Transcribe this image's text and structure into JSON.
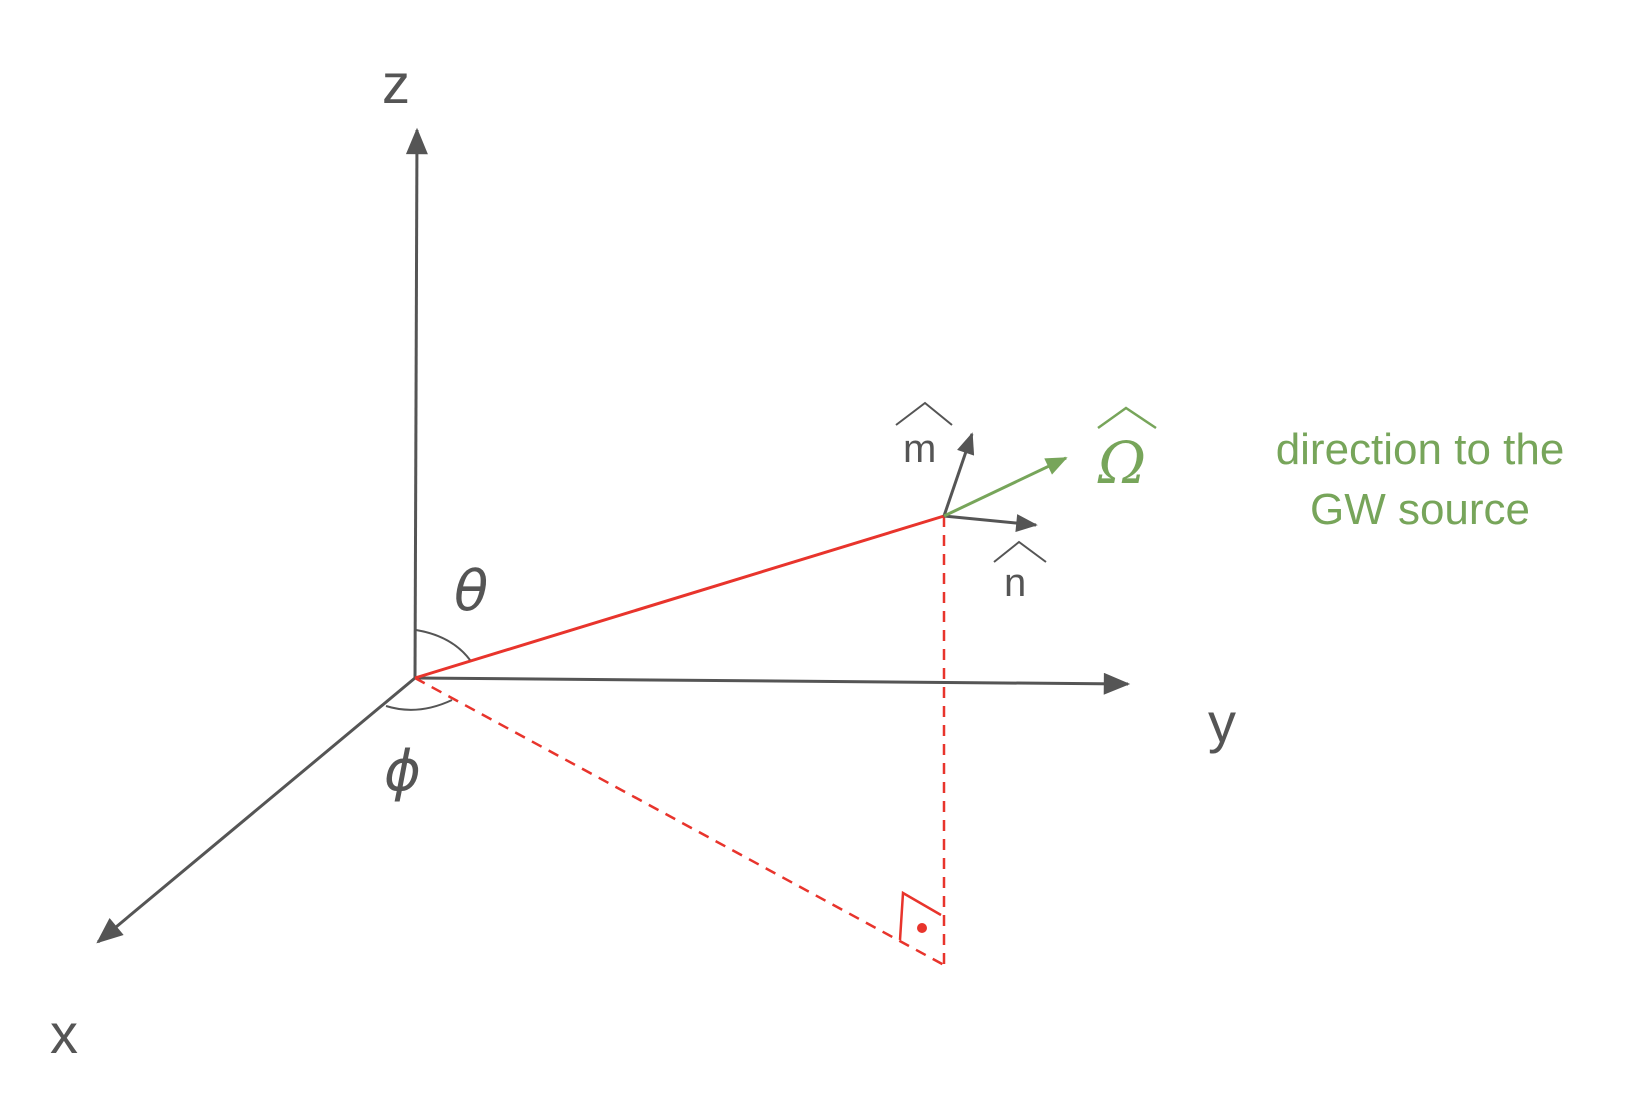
{
  "labels": {
    "z_axis": "z",
    "y_axis": "y",
    "x_axis": "x",
    "theta": "θ",
    "phi": "ϕ",
    "m_hat": "m",
    "n_hat": "n",
    "omega_hat": "Ω"
  },
  "annotation": {
    "line1": "direction to the",
    "line2": "GW source"
  },
  "colors": {
    "axis": "#555555",
    "position_vector": "#e8342c",
    "source_direction": "#77a55a"
  }
}
